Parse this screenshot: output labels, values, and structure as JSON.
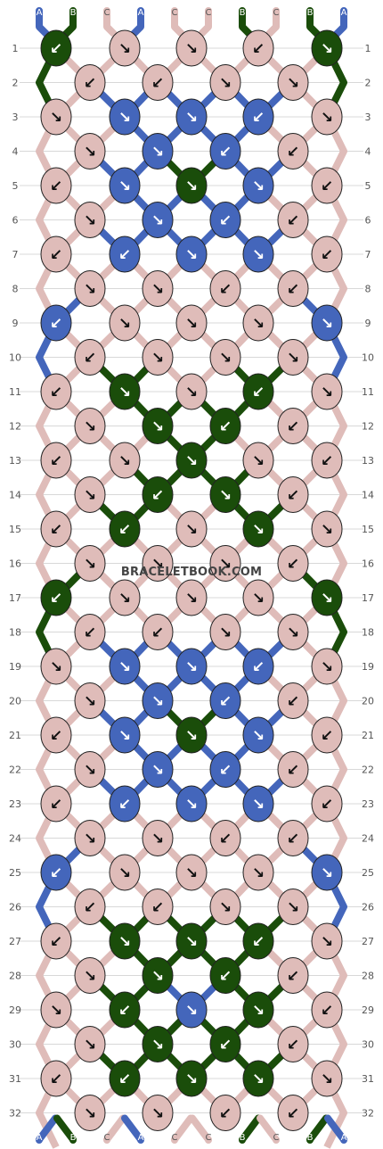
{
  "watermark": "BRACELETBOOK.COM",
  "colors": {
    "A": "#4466bb",
    "B": "#1a4d0a",
    "C": "#dfbcb9"
  },
  "strings_top": [
    "A",
    "B",
    "C",
    "A",
    "C",
    "C",
    "B",
    "C",
    "B",
    "A"
  ],
  "strings_bottom": [
    "A",
    "B",
    "C",
    "A",
    "C",
    "C",
    "B",
    "C",
    "B",
    "A"
  ],
  "row_numbers": [
    "1",
    "2",
    "3",
    "4",
    "5",
    "6",
    "7",
    "8",
    "9",
    "10",
    "11",
    "12",
    "13",
    "14",
    "15",
    "16",
    "17",
    "18",
    "19",
    "20",
    "21",
    "22",
    "23",
    "24",
    "25",
    "26",
    "27",
    "28",
    "29",
    "30",
    "31",
    "32"
  ],
  "knots": [
    {
      "row": 1,
      "knots": [
        [
          "B",
          "↙"
        ],
        [
          "C",
          "↘"
        ],
        [
          "C",
          "↘"
        ],
        [
          "C",
          "↙"
        ],
        [
          "B",
          "↘"
        ]
      ]
    },
    {
      "row": 2,
      "knots": [
        [
          "C",
          "↙"
        ],
        [
          "C",
          "↙"
        ],
        [
          "C",
          "↘"
        ],
        [
          "C",
          "↘"
        ]
      ]
    },
    {
      "row": 3,
      "knots": [
        [
          "C",
          "↘"
        ],
        [
          "A",
          "↘"
        ],
        [
          "A",
          "↘"
        ],
        [
          "A",
          "↙"
        ],
        [
          "C",
          "↘"
        ]
      ]
    },
    {
      "row": 4,
      "knots": [
        [
          "C",
          "↘"
        ],
        [
          "A",
          "↘"
        ],
        [
          "A",
          "↙"
        ],
        [
          "C",
          "↙"
        ]
      ]
    },
    {
      "row": 5,
      "knots": [
        [
          "C",
          "↙"
        ],
        [
          "A",
          "↘"
        ],
        [
          "B",
          "↘"
        ],
        [
          "A",
          "↘"
        ],
        [
          "C",
          "↙"
        ]
      ]
    },
    {
      "row": 6,
      "knots": [
        [
          "C",
          "↘"
        ],
        [
          "A",
          "↘"
        ],
        [
          "A",
          "↙"
        ],
        [
          "C",
          "↙"
        ]
      ]
    },
    {
      "row": 7,
      "knots": [
        [
          "C",
          "↙"
        ],
        [
          "A",
          "↙"
        ],
        [
          "A",
          "↘"
        ],
        [
          "A",
          "↘"
        ],
        [
          "C",
          "↙"
        ]
      ]
    },
    {
      "row": 8,
      "knots": [
        [
          "C",
          "↘"
        ],
        [
          "C",
          "↘"
        ],
        [
          "C",
          "↙"
        ],
        [
          "C",
          "↙"
        ]
      ]
    },
    {
      "row": 9,
      "knots": [
        [
          "A",
          "↙"
        ],
        [
          "C",
          "↘"
        ],
        [
          "C",
          "↘"
        ],
        [
          "C",
          "↘"
        ],
        [
          "A",
          "↘"
        ]
      ]
    },
    {
      "row": 10,
      "knots": [
        [
          "C",
          "↙"
        ],
        [
          "C",
          "↘"
        ],
        [
          "C",
          "↘"
        ],
        [
          "C",
          "↘"
        ]
      ]
    },
    {
      "row": 11,
      "knots": [
        [
          "C",
          "↙"
        ],
        [
          "B",
          "↘"
        ],
        [
          "C",
          "↘"
        ],
        [
          "B",
          "↙"
        ],
        [
          "C",
          "↘"
        ]
      ]
    },
    {
      "row": 12,
      "knots": [
        [
          "C",
          "↘"
        ],
        [
          "B",
          "↘"
        ],
        [
          "B",
          "↙"
        ],
        [
          "C",
          "↙"
        ]
      ]
    },
    {
      "row": 13,
      "knots": [
        [
          "C",
          "↙"
        ],
        [
          "C",
          "↘"
        ],
        [
          "B",
          "↘"
        ],
        [
          "C",
          "↘"
        ],
        [
          "C",
          "↙"
        ]
      ]
    },
    {
      "row": 14,
      "knots": [
        [
          "C",
          "↘"
        ],
        [
          "B",
          "↙"
        ],
        [
          "B",
          "↘"
        ],
        [
          "C",
          "↙"
        ]
      ]
    },
    {
      "row": 15,
      "knots": [
        [
          "C",
          "↙"
        ],
        [
          "B",
          "↙"
        ],
        [
          "C",
          "↘"
        ],
        [
          "B",
          "↘"
        ],
        [
          "C",
          "↘"
        ]
      ]
    },
    {
      "row": 16,
      "knots": [
        [
          "C",
          "↘"
        ],
        [
          "C",
          "↘"
        ],
        [
          "C",
          "↘"
        ],
        [
          "C",
          "↙"
        ]
      ]
    },
    {
      "row": 17,
      "knots": [
        [
          "B",
          "↙"
        ],
        [
          "C",
          "↘"
        ],
        [
          "C",
          "↘"
        ],
        [
          "C",
          "↘"
        ],
        [
          "B",
          "↘"
        ]
      ]
    },
    {
      "row": 18,
      "knots": [
        [
          "C",
          "↙"
        ],
        [
          "C",
          "↙"
        ],
        [
          "C",
          "↘"
        ],
        [
          "C",
          "↘"
        ]
      ]
    },
    {
      "row": 19,
      "knots": [
        [
          "C",
          "↘"
        ],
        [
          "A",
          "↘"
        ],
        [
          "A",
          "↘"
        ],
        [
          "A",
          "↙"
        ],
        [
          "C",
          "↘"
        ]
      ]
    },
    {
      "row": 20,
      "knots": [
        [
          "C",
          "↘"
        ],
        [
          "A",
          "↘"
        ],
        [
          "A",
          "↙"
        ],
        [
          "C",
          "↙"
        ]
      ]
    },
    {
      "row": 21,
      "knots": [
        [
          "C",
          "↙"
        ],
        [
          "A",
          "↘"
        ],
        [
          "B",
          "↘"
        ],
        [
          "A",
          "↘"
        ],
        [
          "C",
          "↙"
        ]
      ]
    },
    {
      "row": 22,
      "knots": [
        [
          "C",
          "↘"
        ],
        [
          "A",
          "↘"
        ],
        [
          "A",
          "↙"
        ],
        [
          "C",
          "↙"
        ]
      ]
    },
    {
      "row": 23,
      "knots": [
        [
          "C",
          "↙"
        ],
        [
          "A",
          "↙"
        ],
        [
          "A",
          "↘"
        ],
        [
          "A",
          "↘"
        ],
        [
          "C",
          "↙"
        ]
      ]
    },
    {
      "row": 24,
      "knots": [
        [
          "C",
          "↘"
        ],
        [
          "C",
          "↘"
        ],
        [
          "C",
          "↙"
        ],
        [
          "C",
          "↙"
        ]
      ]
    },
    {
      "row": 25,
      "knots": [
        [
          "A",
          "↙"
        ],
        [
          "C",
          "↘"
        ],
        [
          "C",
          "↘"
        ],
        [
          "C",
          "↘"
        ],
        [
          "A",
          "↘"
        ]
      ]
    },
    {
      "row": 26,
      "knots": [
        [
          "C",
          "↙"
        ],
        [
          "C",
          "↙"
        ],
        [
          "C",
          "↘"
        ],
        [
          "C",
          "↘"
        ]
      ]
    },
    {
      "row": 27,
      "knots": [
        [
          "C",
          "↙"
        ],
        [
          "B",
          "↘"
        ],
        [
          "B",
          "↘"
        ],
        [
          "B",
          "↙"
        ],
        [
          "C",
          "↘"
        ]
      ]
    },
    {
      "row": 28,
      "knots": [
        [
          "C",
          "↘"
        ],
        [
          "B",
          "↘"
        ],
        [
          "B",
          "↙"
        ],
        [
          "C",
          "↙"
        ]
      ]
    },
    {
      "row": 29,
      "knots": [
        [
          "C",
          "↘"
        ],
        [
          "B",
          "↙"
        ],
        [
          "A",
          "↘"
        ],
        [
          "B",
          "↘"
        ],
        [
          "C",
          "↙"
        ]
      ]
    },
    {
      "row": 30,
      "knots": [
        [
          "C",
          "↘"
        ],
        [
          "B",
          "↘"
        ],
        [
          "B",
          "↙"
        ],
        [
          "C",
          "↙"
        ]
      ]
    },
    {
      "row": 31,
      "knots": [
        [
          "C",
          "↙"
        ],
        [
          "B",
          "↙"
        ],
        [
          "B",
          "↘"
        ],
        [
          "B",
          "↘"
        ],
        [
          "C",
          "↘"
        ]
      ]
    },
    {
      "row": 32,
      "knots": [
        [
          "C",
          "↘"
        ],
        [
          "C",
          "↘"
        ],
        [
          "C",
          "↙"
        ],
        [
          "C",
          "↙"
        ]
      ]
    }
  ]
}
